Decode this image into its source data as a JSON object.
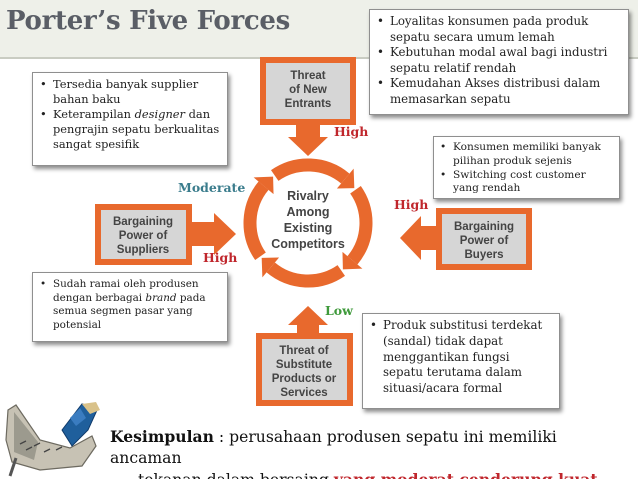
{
  "title": "Porter’s Five Forces",
  "forces": {
    "new_entrants": [
      "Threat",
      "of New",
      "Entrants"
    ],
    "rivalry": [
      "Rivalry",
      "Among",
      "Existing",
      "Competitors"
    ],
    "suppliers": [
      "Bargaining",
      "Power of",
      "Suppliers"
    ],
    "buyers": [
      "Bargaining",
      "Power of",
      "Buyers"
    ],
    "substitutes": [
      "Threat of",
      "Substitute",
      "Products or",
      "Services"
    ]
  },
  "ratings": {
    "new_entrants": "High",
    "buyers": "High",
    "suppliers_top": "Moderate",
    "suppliers_bottom": "High",
    "substitutes": "Low"
  },
  "notes": {
    "suppliers": [
      "Tersedia banyak supplier bahan baku",
      {
        "parts": [
          "Keterampilan ",
          "designer",
          " dan pengrajin sepatu berkualitas sangat spesifik"
        ]
      }
    ],
    "new_entrants": [
      "Loyalitas konsumen pada produk sepatu secara umum lemah",
      "Kebutuhan modal awal bagi industri sepatu relatif rendah",
      "Kemudahan Akses distribusi dalam memasarkan sepatu"
    ],
    "buyers": [
      "Konsumen memiliki banyak pilihan produk sejenis",
      "Switching cost customer yang rendah"
    ],
    "rivalry": [
      {
        "parts": [
          "Sudah ramai oleh produsen dengan berbagai ",
          "brand",
          " pada semua segmen pasar yang potensial"
        ]
      }
    ],
    "substitutes": [
      "Produk substitusi terdekat (sandal) tidak dapat menggantikan fungsi sepatu terutama dalam situasi/acara formal"
    ]
  },
  "conclusion": {
    "label": "Kesimpulan",
    "line1": " : perusahaan produsen sepatu ini memiliki ancaman",
    "line2": "tekanan dalam bersaing ",
    "highlight": "yang moderat cenderung kuat"
  },
  "colors": {
    "orange": "#e8692d",
    "box_border": "#e07a45",
    "box_fill": "#d6d6d6",
    "red_label": "#c0272d",
    "teal_label": "#3a7c8c",
    "green_label": "#3f9a3b"
  },
  "icons": [
    "shoe-illustration"
  ]
}
